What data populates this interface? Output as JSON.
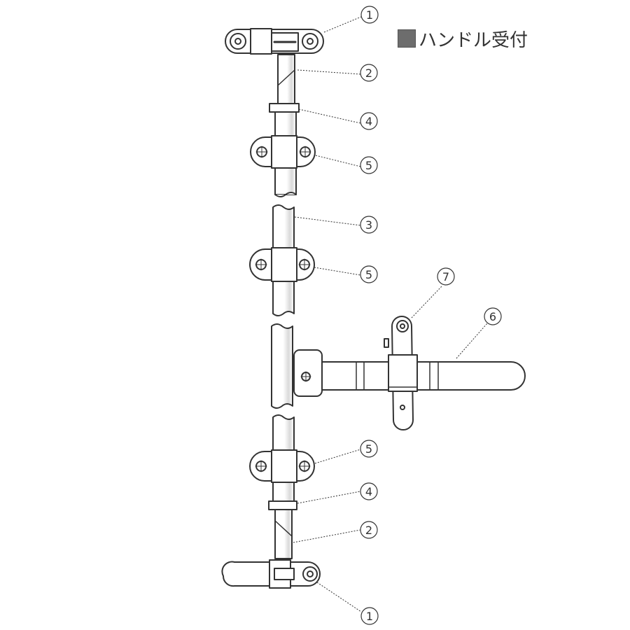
{
  "legend": {
    "label": "ハンドル受付",
    "swatch_color": "#6d6d6d"
  },
  "callouts": [
    "1",
    "2",
    "4",
    "5",
    "3",
    "5",
    "7",
    "6",
    "5",
    "4",
    "2",
    "1"
  ],
  "colors": {
    "line": "#333333",
    "part_fill": "#ffffff",
    "shade": "#e6e6e6"
  }
}
